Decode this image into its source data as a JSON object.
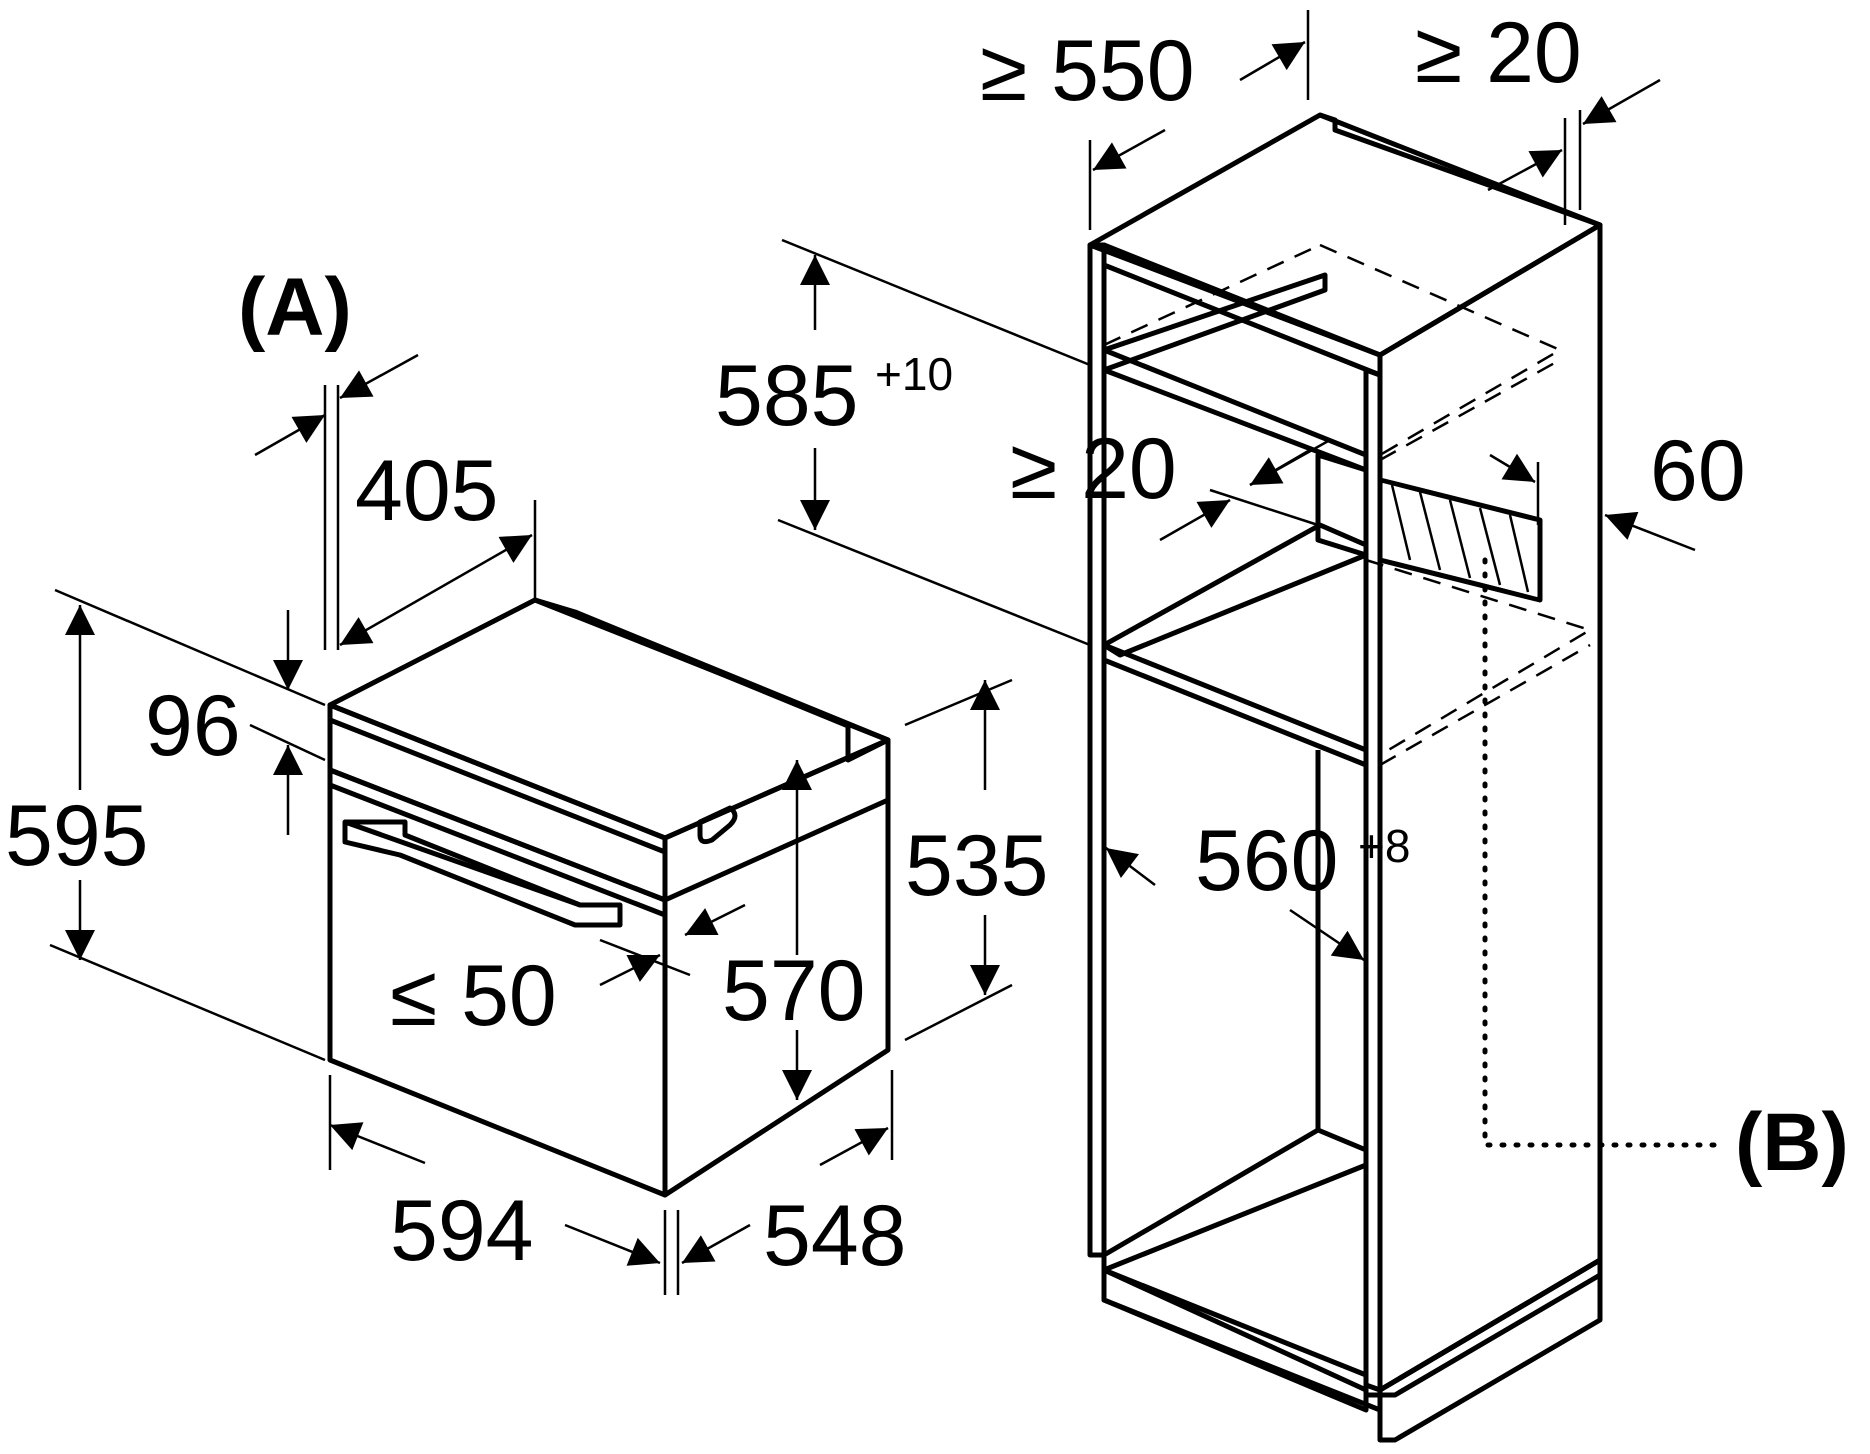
{
  "labels": {
    "a": "(A)",
    "b": "(B)"
  },
  "oven_dims": {
    "d405": "405",
    "d96": "96",
    "d595": "595",
    "d535": "535",
    "d570": "570",
    "d50": "≤ 50",
    "d594": "594",
    "d548": "548"
  },
  "cabinet_dims": {
    "d550": "≥ 550",
    "d20_top": "≥ 20",
    "d585": "585",
    "d585_tol": "+10",
    "d20_mid": "≥ 20",
    "d60": "60",
    "d560": "560",
    "d560_tol": "+8"
  }
}
